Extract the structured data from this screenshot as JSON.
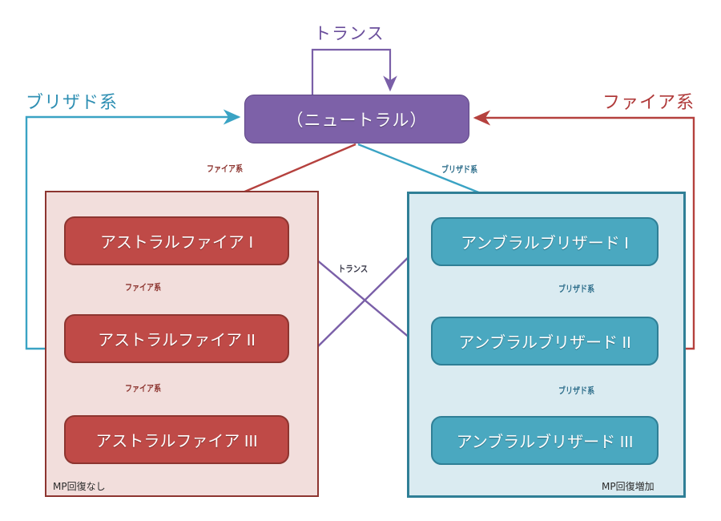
{
  "diagram": {
    "title_top_trans": "トランス",
    "headers": {
      "left_ice": "ブリザド系",
      "right_fire": "ファイア系"
    },
    "center_node": {
      "label": "（ニュートラル）",
      "color": "#7d61a8"
    },
    "center_trans_label": "トランス",
    "groups": {
      "fire": {
        "footer": "MP回復なし",
        "fill": "#f2dedc",
        "border": "#8d3530",
        "nodes": [
          {
            "label": "アストラルファイア I"
          },
          {
            "label": "アストラルファイア II"
          },
          {
            "label": "アストラルファイア III"
          }
        ],
        "arrow_labels": [
          "ファイア系",
          "ファイア系"
        ],
        "entry_label": "ファイア系"
      },
      "ice": {
        "footer": "MP回復増加",
        "fill": "#daebf1",
        "border": "#2f7f96",
        "nodes": [
          {
            "label": "アンブラルブリザード I"
          },
          {
            "label": "アンブラルブリザード II"
          },
          {
            "label": "アンブラルブリザード III"
          }
        ],
        "arrow_labels": [
          "ブリザド系",
          "ブリザド系"
        ],
        "entry_label": "ブリザド系"
      }
    },
    "colors": {
      "purple": "#7d61a8",
      "purple_line": "#7a5fa8",
      "red": "#bf4a47",
      "red_line": "#b5413e",
      "teal": "#4aa8c0",
      "teal_line": "#3aa3c4"
    }
  }
}
